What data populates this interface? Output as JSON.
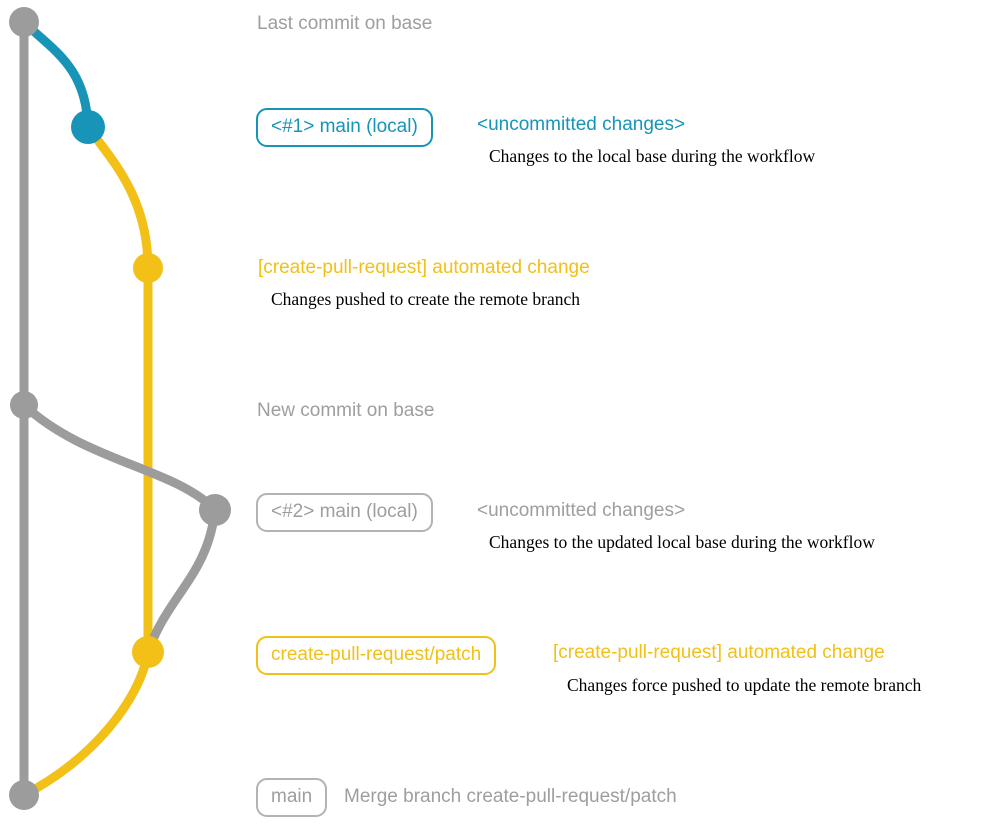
{
  "colors": {
    "gray_line": "#9c9c9c",
    "gray_text": "#9e9e9e",
    "gray_border": "#b3b3b3",
    "teal": "#1794b8",
    "yellow": "#f2c017",
    "note_text": "#000000"
  },
  "graph": {
    "commit_dots": [
      {
        "name": "last-commit-on-base",
        "color": "gray"
      },
      {
        "name": "main-local-1",
        "color": "teal"
      },
      {
        "name": "automated-change-1",
        "color": "yellow"
      },
      {
        "name": "new-commit-on-base",
        "color": "gray"
      },
      {
        "name": "main-local-2",
        "color": "gray"
      },
      {
        "name": "automated-change-2",
        "color": "yellow"
      },
      {
        "name": "merge-commit",
        "color": "gray"
      }
    ]
  },
  "annotations": {
    "last_commit": {
      "title": "Last commit on base"
    },
    "uncommitted_1": {
      "branch_label": "<#1> main (local)",
      "title": "<uncommitted changes>",
      "subtitle": "Changes to the local base during the workflow"
    },
    "automated_1": {
      "title": "[create-pull-request] automated change",
      "subtitle": "Changes pushed to create the remote branch"
    },
    "new_commit": {
      "title": "New commit on base"
    },
    "uncommitted_2": {
      "branch_label": "<#2> main (local)",
      "title": "<uncommitted changes>",
      "subtitle": "Changes to the updated local base during the workflow"
    },
    "automated_2": {
      "branch_label": "create-pull-request/patch",
      "title": "[create-pull-request] automated change",
      "subtitle": "Changes force pushed to update the remote branch"
    },
    "merge": {
      "branch_label": "main",
      "title": "Merge branch create-pull-request/patch"
    }
  }
}
